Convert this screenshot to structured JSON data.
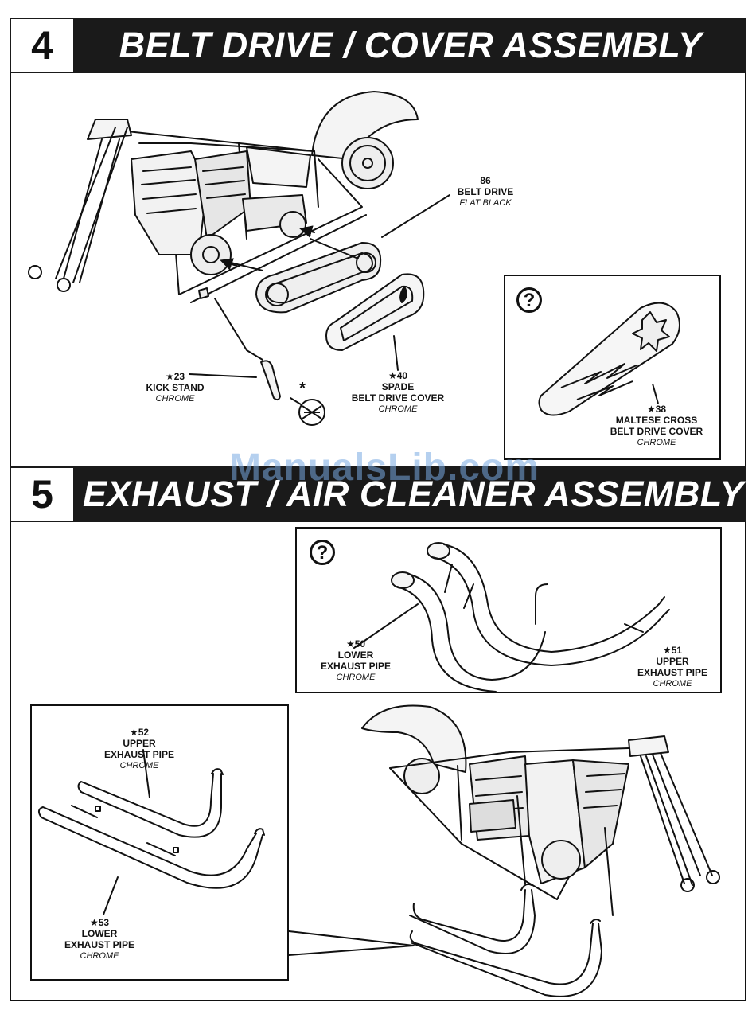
{
  "step4": {
    "number": "4",
    "title": "BELT DRIVE / COVER ASSEMBLY",
    "parts": {
      "belt_drive": {
        "id": "86",
        "name": "BELT DRIVE",
        "finish": "FLAT BLACK"
      },
      "kick_stand": {
        "id": "★23",
        "name": "KICK STAND",
        "finish": "CHROME"
      },
      "spade_cover": {
        "id": "★40",
        "name1": "SPADE",
        "name2": "BELT DRIVE COVER",
        "finish": "CHROME"
      },
      "maltese_cover": {
        "id": "★38",
        "name1": "MALTESE CROSS",
        "name2": "BELT DRIVE COVER",
        "finish": "CHROME"
      }
    },
    "glue_mark": "*",
    "option_icon": "?"
  },
  "step5": {
    "number": "5",
    "title": "EXHAUST / AIR CLEANER ASSEMBLY",
    "parts": {
      "lower_pipe_50": {
        "id": "★50",
        "name1": "LOWER",
        "name2": "EXHAUST PIPE",
        "finish": "CHROME"
      },
      "upper_pipe_51": {
        "id": "★51",
        "name1": "UPPER",
        "name2": "EXHAUST PIPE",
        "finish": "CHROME"
      },
      "upper_pipe_52": {
        "id": "★52",
        "name1": "UPPER",
        "name2": "EXHAUST PIPE",
        "finish": "CHROME"
      },
      "lower_pipe_53": {
        "id": "★53",
        "name1": "LOWER",
        "name2": "EXHAUST PIPE",
        "finish": "CHROME"
      }
    },
    "option_icon": "?"
  },
  "watermark": "ManualsLib.com",
  "icons": [
    "question-mark-icon",
    "glue-symbol-icon"
  ]
}
